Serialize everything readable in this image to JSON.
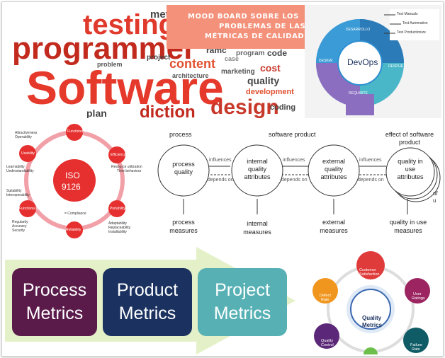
{
  "banner": {
    "line1": "MOOD BOARD SOBRE LOS",
    "line2": "PROBLEMAS DE LAS",
    "line3": "MÉTRICAS DE CALIDAD"
  },
  "wordcloud": {
    "words": [
      "testing",
      "methodo",
      "programmer",
      "Software",
      "design",
      "content",
      "architecture",
      "problem",
      "marketing",
      "quality",
      "development",
      "cost",
      "program",
      "coding",
      "case",
      "plan",
      "diction",
      "ramc",
      "code",
      "project"
    ]
  },
  "devops": {
    "center": "DevOps",
    "tags": [
      "Test Manuals",
      "Test Automation",
      "Test Productionize"
    ],
    "segments": [
      "DESARROLLO",
      "DESPLIE",
      "REQUISITE",
      "DESIGN"
    ]
  },
  "iso": {
    "center_line1": "ISO",
    "center_line2": "9126",
    "nodes": [
      "Functiona bility",
      "Efficiency",
      "Portability",
      "Reliability",
      "Functiona lity",
      "Usability"
    ],
    "labels": {
      "top_left": [
        "Attractiveness",
        "Operability"
      ],
      "left1": [
        "Learnability",
        "Understandability"
      ],
      "left2": [
        "Suitability",
        "Interoperability"
      ],
      "left3": [
        "Regularity",
        "Accuracy",
        "Security"
      ],
      "right1": [
        "Resource utilization",
        "Time behaviour"
      ],
      "right2": [
        "Adaptability",
        "Replaceability",
        "Installability"
      ],
      "bottom": "= Compliance"
    }
  },
  "quality": {
    "top_labels": {
      "process": "process",
      "software_product": "software product",
      "effect": "effect of software product"
    },
    "circles": [
      [
        "process",
        "quality"
      ],
      [
        "internal",
        "quality",
        "attributes"
      ],
      [
        "external",
        "quality",
        "attributes"
      ],
      [
        "quality in",
        "use",
        "attributes"
      ]
    ],
    "influences": "influences",
    "depends_on": "depends on",
    "measures": [
      [
        "process",
        "measures"
      ],
      [
        "internal",
        "measures"
      ],
      [
        "external",
        "measures"
      ],
      [
        "quality in use",
        "measures"
      ]
    ],
    "partial": [
      "of",
      "u"
    ]
  },
  "metrics": {
    "boxes": [
      {
        "line1": "Process",
        "line2": "Metrics",
        "color": "#5a1a4a"
      },
      {
        "line1": "Product",
        "line2": "Metrics",
        "color": "#1b3260"
      },
      {
        "line1": "Project",
        "line2": "Metrics",
        "color": "#57b1b4"
      }
    ]
  },
  "qwheel": {
    "center_line1": "Quality",
    "center_line2": "Metrics",
    "nodes": [
      {
        "label": [
          "Customer",
          "Satisfaction"
        ],
        "color": "#e03b3b"
      },
      {
        "label": [
          "User",
          "Ratings"
        ],
        "color": "#9b2461"
      },
      {
        "label": [
          "Failure",
          "Rate"
        ],
        "color": "#0f5c66"
      },
      {
        "label": [
          "Quality",
          "Control"
        ],
        "color": "#5b2778"
      },
      {
        "label": [
          "Defect",
          "Rate"
        ],
        "color": "#f0961e"
      }
    ]
  }
}
